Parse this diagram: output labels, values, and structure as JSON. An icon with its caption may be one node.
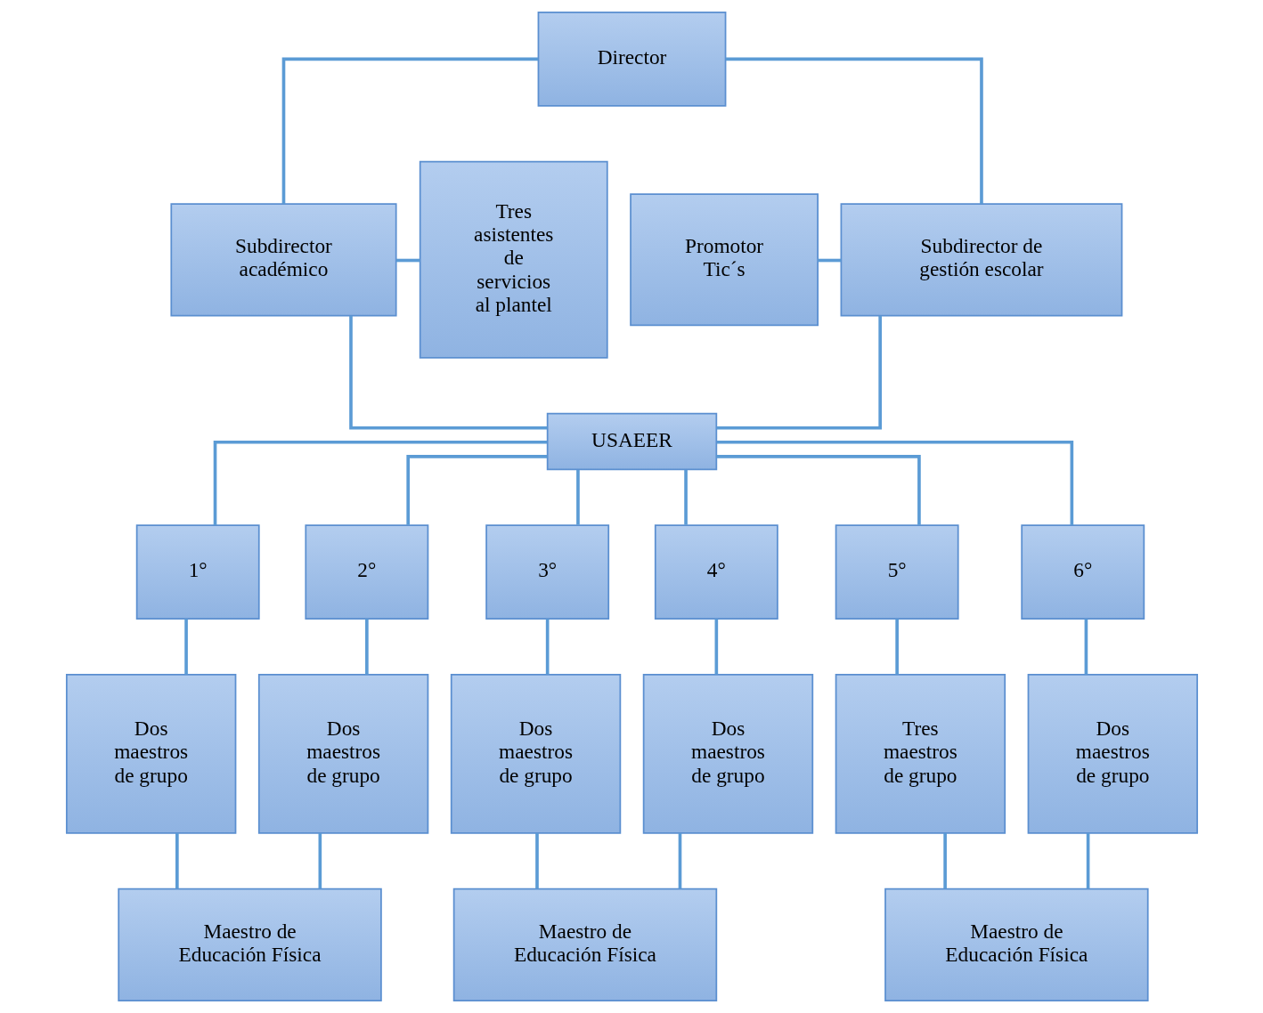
{
  "diagram": {
    "nodes": [
      {
        "text": [
          "Director"
        ]
      },
      {
        "text": [
          "Promotor Tic´s"
        ]
      },
      {
        "text": [
          "Subdirector de gestión escolar"
        ]
      },
      {
        "text": [
          "Subdirector académico"
        ]
      },
      {
        "text": [
          "Tres asistentes de servicios al plantel"
        ]
      },
      {
        "text": [
          "USAEER"
        ]
      },
      {
        "text": [
          "1°"
        ]
      },
      {
        "text": [
          "2°"
        ]
      },
      {
        "text": [
          "3°"
        ]
      },
      {
        "text": [
          "4°"
        ]
      },
      {
        "text": [
          "5°"
        ]
      },
      {
        "text": [
          "6°"
        ]
      },
      {
        "text": [
          "Dos maestros de grupo"
        ]
      },
      {
        "text": [
          "Dos maestros de grupo"
        ]
      },
      {
        "text": [
          "Dos maestros de grupo"
        ]
      },
      {
        "text": [
          "Dos maestros de grupo"
        ]
      },
      {
        "text": [
          "Tres maestros de grupo"
        ]
      },
      {
        "text": [
          "Dos maestros de grupo"
        ]
      },
      {
        "text": [
          "Maestro de Educación Física"
        ]
      },
      {
        "text": [
          "Maestro de Educación Física"
        ]
      },
      {
        "text": [
          "Maestro de Educación Física"
        ]
      }
    ],
    "edges": [
      {
        "from": 0,
        "to": 2,
        "arrow": "none"
      },
      {
        "from": 0,
        "to": 3,
        "arrow": "none"
      },
      {
        "from": 1,
        "to": 2,
        "arrow": "none"
      },
      {
        "from": 3,
        "to": 4,
        "arrow": "none"
      },
      {
        "from": 2,
        "to": 5,
        "arrow": "none"
      },
      {
        "from": 3,
        "to": 5,
        "arrow": "none"
      },
      {
        "from": 5,
        "to": 6,
        "arrow": "none"
      },
      {
        "from": 5,
        "to": 7,
        "arrow": "none"
      },
      {
        "from": 5,
        "to": 8,
        "arrow": "none"
      },
      {
        "from": 5,
        "to": 9,
        "arrow": "none"
      },
      {
        "from": 5,
        "to": 10,
        "arrow": "none"
      },
      {
        "from": 5,
        "to": 11,
        "arrow": "none"
      },
      {
        "from": 6,
        "to": 12,
        "arrow": "none"
      },
      {
        "from": 7,
        "to": 13,
        "arrow": "none"
      },
      {
        "from": 8,
        "to": 14,
        "arrow": "none"
      },
      {
        "from": 9,
        "to": 15,
        "arrow": "none"
      },
      {
        "from": 10,
        "to": 16,
        "arrow": "none"
      },
      {
        "from": 11,
        "to": 17,
        "arrow": "none"
      },
      {
        "from": 12,
        "to": 18,
        "arrow": "none"
      },
      {
        "from": 13,
        "to": 18,
        "arrow": "none"
      },
      {
        "from": 14,
        "to": 19,
        "arrow": "none"
      },
      {
        "from": 15,
        "to": 19,
        "arrow": "none"
      },
      {
        "from": 16,
        "to": 20,
        "arrow": "none"
      },
      {
        "from": 17,
        "to": 20,
        "arrow": "none"
      }
    ]
  }
}
